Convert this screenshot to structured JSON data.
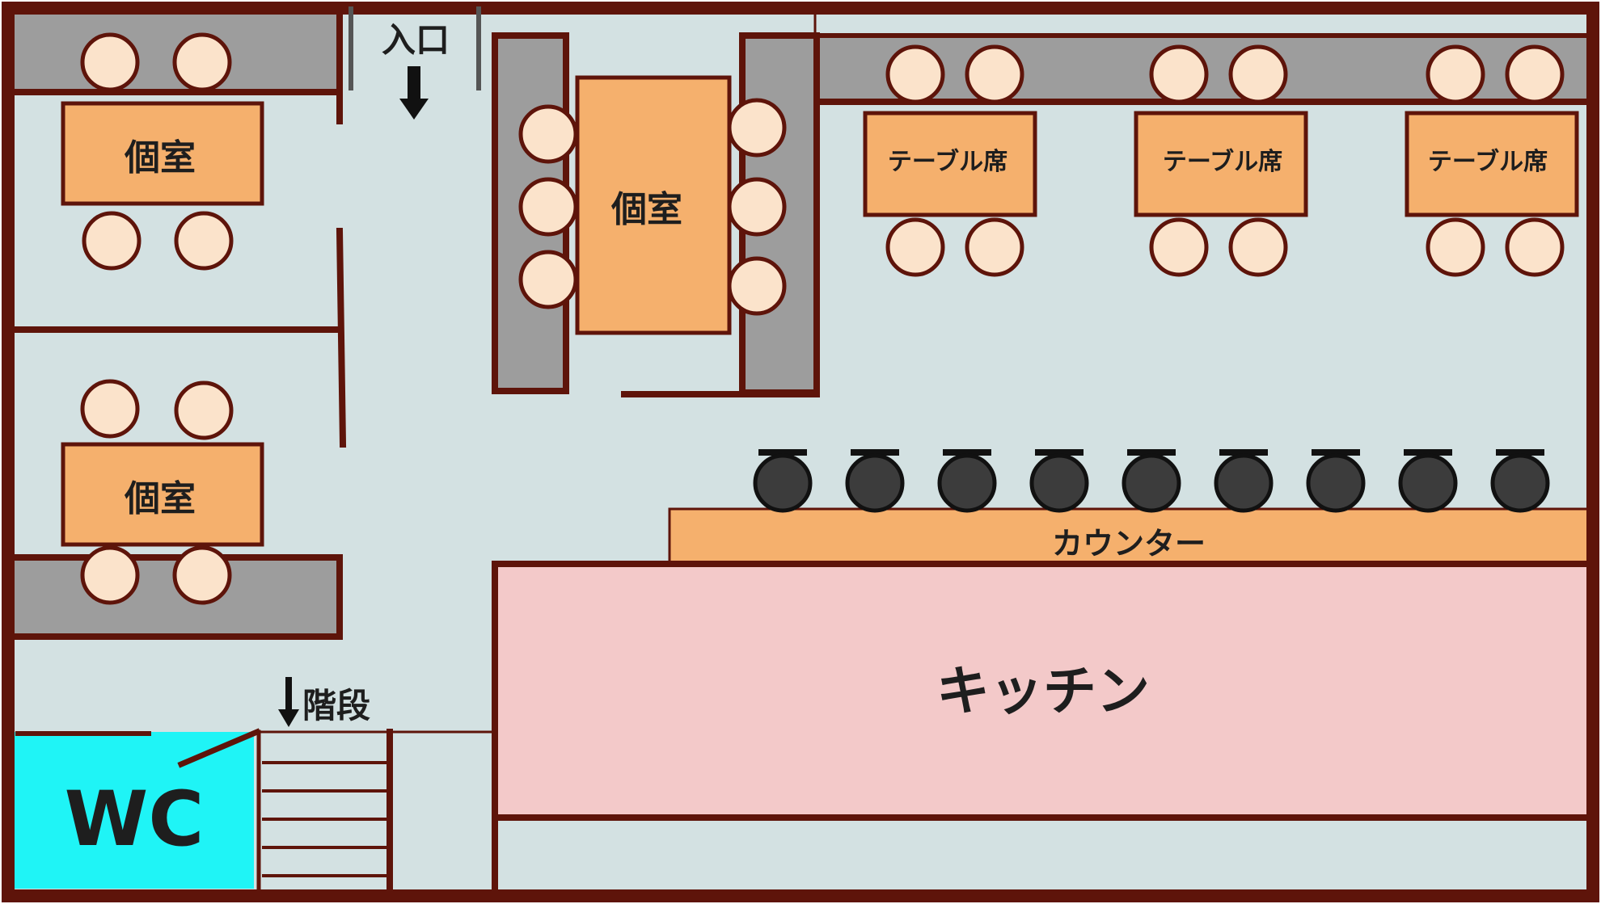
{
  "labels": {
    "entrance": "入口",
    "stairs": "階段",
    "private_room": "個室",
    "table_seat": "テーブル席",
    "counter": "カウンター",
    "kitchen": "キッチン",
    "wc": "WC"
  },
  "colors": {
    "wall": "#5e140a",
    "floor": "#d3e1e2",
    "bench": "#9d9d9d",
    "table": "#f5b06d",
    "chair": "#fbe3cb",
    "stool": "#3c3c3c",
    "kitchen": "#f3c9c9",
    "wc": "#1ff4f6"
  },
  "counts": {
    "counter_stools": 9,
    "table_seat_tables": 3,
    "private_rooms": 3,
    "stair_steps": 5
  }
}
